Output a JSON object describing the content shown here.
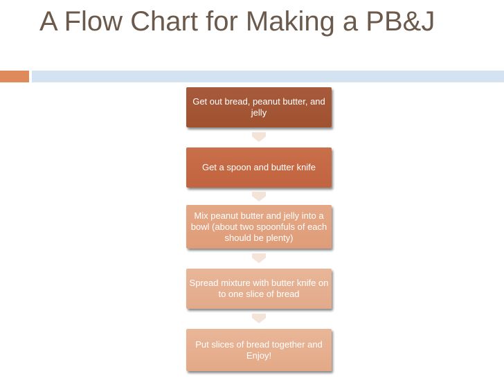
{
  "slide": {
    "title": "A Flow Chart for Making a PB&J"
  },
  "flowchart": {
    "steps": [
      {
        "label": "Get out bread, peanut butter, and jelly"
      },
      {
        "label": "Get a spoon and butter knife"
      },
      {
        "label": "Mix peanut butter and jelly into a bowl (about two spoonfuls of each should be plenty)"
      },
      {
        "label": "Spread mixture with butter knife on to one slice of bread"
      },
      {
        "label": "Put slices of bread together and Enjoy!"
      }
    ]
  },
  "colors": {
    "title_text": "#6b5a4c",
    "accent_orange": "#df8a5a",
    "accent_blue": "#d4e3f1",
    "step_1": "#a0522f",
    "step_2": "#c16440",
    "step_3": "#df9c78",
    "step_4": "#e2aa8a",
    "step_5": "#e3a987"
  }
}
